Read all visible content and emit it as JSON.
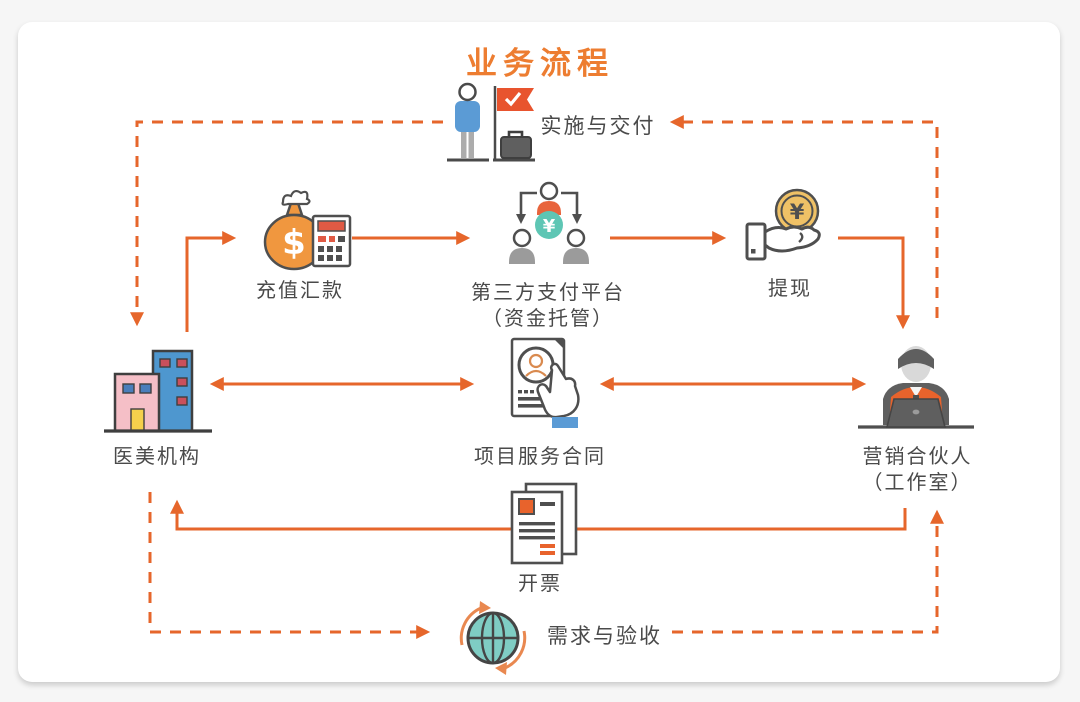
{
  "title": "业务流程",
  "colors": {
    "accent_orange": "#E6662B",
    "title_orange": "#ED7D31",
    "icon_outline": "#4A4A4A",
    "teal": "#5EC6B4",
    "blue": "#5B9BD5",
    "gold": "#EFC166",
    "text": "#4A4A4A"
  },
  "symbols": {
    "yen": "¥",
    "dollar": "$"
  },
  "nodes": {
    "delivery": {
      "label": "实施与交付",
      "icon": "person-flag-briefcase-icon"
    },
    "recharge": {
      "label": "充值汇款",
      "icon": "money-bag-calculator-icon"
    },
    "platform": {
      "label": "第三方支付平台",
      "sublabel": "（资金托管）",
      "icon": "people-network-yuan-icon"
    },
    "withdraw": {
      "label": "提现",
      "icon": "hand-holding-coin-icon"
    },
    "institution": {
      "label": "医美机构",
      "icon": "buildings-icon"
    },
    "contract": {
      "label": "项目服务合同",
      "icon": "contract-document-icon"
    },
    "partner": {
      "label": "营销合伙人",
      "sublabel": "（工作室）",
      "icon": "person-laptop-icon"
    },
    "invoice": {
      "label": "开票",
      "icon": "invoice-documents-icon"
    },
    "acceptance": {
      "label": "需求与验收",
      "icon": "globe-sync-icon"
    }
  },
  "edges": [
    {
      "from": "医美机构",
      "to": "充值汇款",
      "style": "solid",
      "direction": "one-way"
    },
    {
      "from": "充值汇款",
      "to": "第三方支付平台（资金托管）",
      "style": "solid",
      "direction": "one-way"
    },
    {
      "from": "第三方支付平台（资金托管）",
      "to": "提现",
      "style": "solid",
      "direction": "one-way"
    },
    {
      "from": "提现",
      "to": "营销合伙人（工作室）",
      "style": "solid",
      "direction": "one-way"
    },
    {
      "from": "医美机构",
      "to": "项目服务合同",
      "style": "solid",
      "direction": "two-way"
    },
    {
      "from": "项目服务合同",
      "to": "营销合伙人（工作室）",
      "style": "solid",
      "direction": "two-way"
    },
    {
      "from": "营销合伙人（工作室）",
      "to": "医美机构",
      "via": "开票",
      "style": "solid",
      "direction": "one-way"
    },
    {
      "from": "营销合伙人（工作室）",
      "to": "实施与交付",
      "style": "dashed",
      "direction": "one-way"
    },
    {
      "from": "实施与交付",
      "to": "医美机构",
      "style": "dashed",
      "direction": "one-way"
    },
    {
      "from": "医美机构",
      "to": "需求与验收",
      "style": "dashed",
      "direction": "one-way"
    },
    {
      "from": "需求与验收",
      "to": "营销合伙人（工作室）",
      "style": "dashed",
      "direction": "one-way"
    }
  ]
}
